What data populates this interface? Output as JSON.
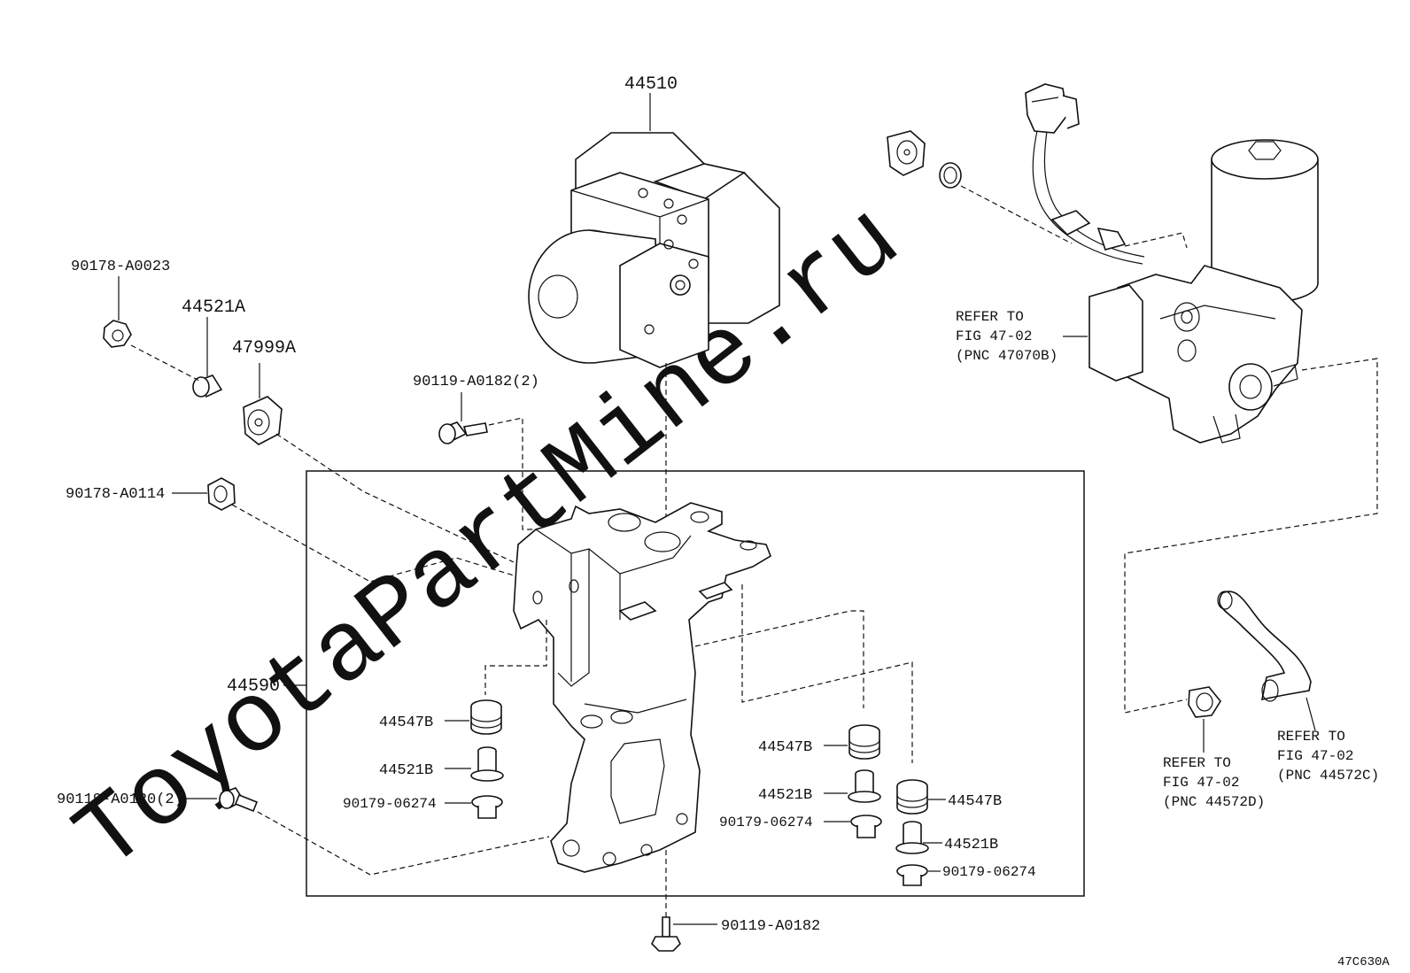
{
  "watermark": "ToyotaPartMine.ru",
  "figure_code": "47C630A",
  "labels": {
    "p44510": "44510",
    "p90178_a0023": "90178-A0023",
    "p44521a": "44521A",
    "p47999a": "47999A",
    "p90119_a0182_2": "90119-A0182(2)",
    "p90178_a0114": "90178-A0114",
    "p44590": "44590",
    "p44547b_left": "44547B",
    "p44521b_left": "44521B",
    "p90179_left": "90179-06274",
    "p90119_a0120_2": "90119-A0120(2)",
    "p44547b_mid": "44547B",
    "p44521b_mid": "44521B",
    "p90179_mid": "90179-06274",
    "p44547b_right": "44547B",
    "p44521b_right": "44521B",
    "p90179_right": "90179-06274",
    "p90119_a0182": "90119-A0182"
  },
  "refs": {
    "pump": {
      "line1": "REFER TO",
      "line2": "FIG 47-02",
      "line3": "(PNC 47070B)"
    },
    "clamp": {
      "line1": "REFER TO",
      "line2": "FIG 47-02",
      "line3": "(PNC 44572D)"
    },
    "hose": {
      "line1": "REFER TO",
      "line2": "FIG 47-02",
      "line3": "(PNC 44572C)"
    }
  }
}
